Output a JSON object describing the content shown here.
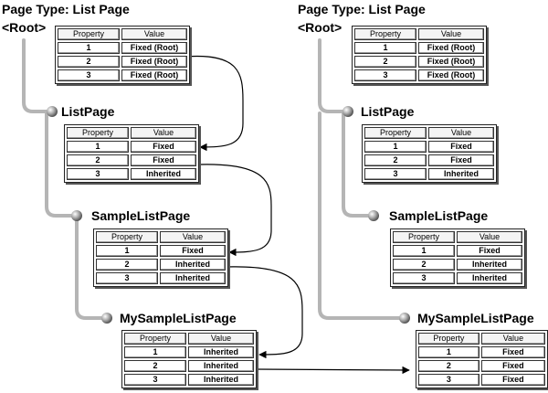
{
  "headings": [
    "Page Type: List Page",
    "Page Type: List Page"
  ],
  "columns": [
    "Property",
    "Value"
  ],
  "panels": [
    {
      "root_label": "<Root>",
      "nodes": [
        {
          "label": "ListPage"
        },
        {
          "label": "SampleListPage"
        },
        {
          "label": "MySampleListPage"
        }
      ],
      "tables": [
        {
          "rows": [
            [
              "1",
              "Fixed (Root)"
            ],
            [
              "2",
              "Fixed (Root)"
            ],
            [
              "3",
              "Fixed (Root)"
            ]
          ]
        },
        {
          "rows": [
            [
              "1",
              "Fixed"
            ],
            [
              "2",
              "Fixed"
            ],
            [
              "3",
              "Inherited"
            ]
          ]
        },
        {
          "rows": [
            [
              "1",
              "Fixed"
            ],
            [
              "2",
              "Inherited"
            ],
            [
              "3",
              "Inherited"
            ]
          ]
        },
        {
          "rows": [
            [
              "1",
              "Inherited"
            ],
            [
              "2",
              "Inherited"
            ],
            [
              "3",
              "Inherited"
            ]
          ]
        }
      ]
    },
    {
      "root_label": "<Root>",
      "nodes": [
        {
          "label": "ListPage"
        },
        {
          "label": "SampleListPage"
        },
        {
          "label": "MySampleListPage"
        }
      ],
      "tables": [
        {
          "rows": [
            [
              "1",
              "Fixed (Root)"
            ],
            [
              "2",
              "Fixed (Root)"
            ],
            [
              "3",
              "Fixed (Root)"
            ]
          ]
        },
        {
          "rows": [
            [
              "1",
              "Fixed"
            ],
            [
              "2",
              "Fixed"
            ],
            [
              "3",
              "Inherited"
            ]
          ]
        },
        {
          "rows": [
            [
              "1",
              "Fixed"
            ],
            [
              "2",
              "Inherited"
            ],
            [
              "3",
              "Inherited"
            ]
          ]
        },
        {
          "rows": [
            [
              "1",
              "Fixed"
            ],
            [
              "2",
              "Fixed"
            ],
            [
              "3",
              "Fixed"
            ]
          ]
        }
      ]
    }
  ],
  "colors": {
    "tree_line": "#b8b8b8",
    "arrow": "#000000",
    "ball": "#9a9a9a"
  }
}
